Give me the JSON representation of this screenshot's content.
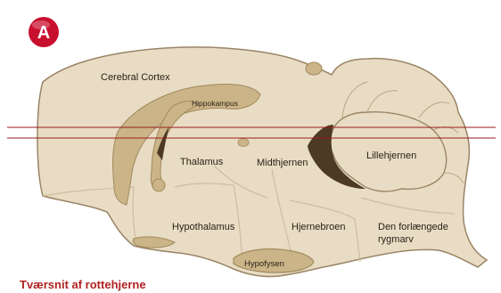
{
  "badge": {
    "letter": "A",
    "color": "#c8102e"
  },
  "colors": {
    "tissue": "#e9dcc4",
    "outline": "#9a8566",
    "inner_line": "#cdbd9f",
    "structure": "#cbb487",
    "structure_outline": "#a08a5e",
    "ventricle": "#4d3a24",
    "section_line": "#9b1b1b"
  },
  "labels": {
    "cerebral_cortex": "Cerebral Cortex",
    "hippokampus": "Hippokampus",
    "thalamus": "Thalamus",
    "midthjernen": "Midthjernen",
    "lillehjernen": "Lillehjernen",
    "hypothalamus": "Hypothalamus",
    "hjernebroen": "Hjernebroen",
    "medulla_line1": "Den forlængede",
    "medulla_line2": "rygmarv",
    "hypofysen": "Hypofysen"
  },
  "caption": "Tværsnit af rottehjerne"
}
